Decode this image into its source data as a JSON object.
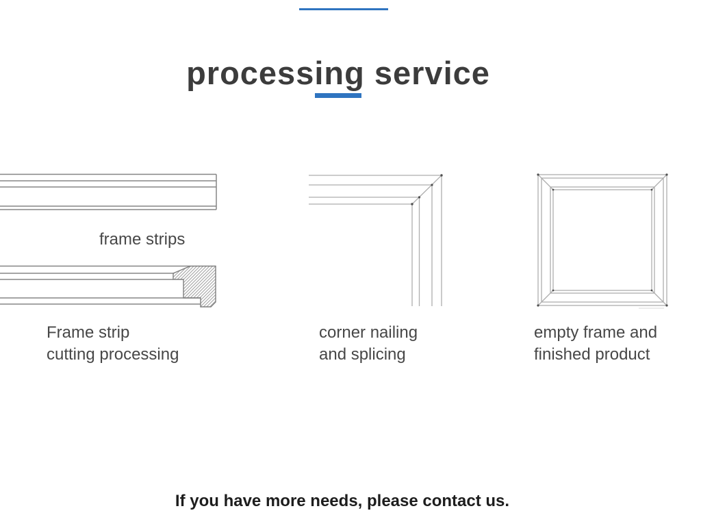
{
  "header": {
    "title": "processing service"
  },
  "sections": {
    "frame_strips": {
      "label": "frame strips"
    },
    "strip_cutting": {
      "line1": "Frame strip",
      "line2": "cutting processing"
    },
    "corner_nailing": {
      "line1": "corner nailing",
      "line2": "and splicing"
    },
    "empty_frame": {
      "line1": "empty frame and",
      "line2": "finished product"
    }
  },
  "footer": {
    "message": "If you have more needs, please contact us."
  },
  "colors": {
    "accent_blue": "#2f74c0",
    "title_text": "#3c3c3c",
    "label_text": "#474747",
    "footer_text": "#1d1d1d",
    "strip_line": "#858585",
    "light_line": "#aeaeae",
    "hatch_line": "#9a9a9a"
  }
}
